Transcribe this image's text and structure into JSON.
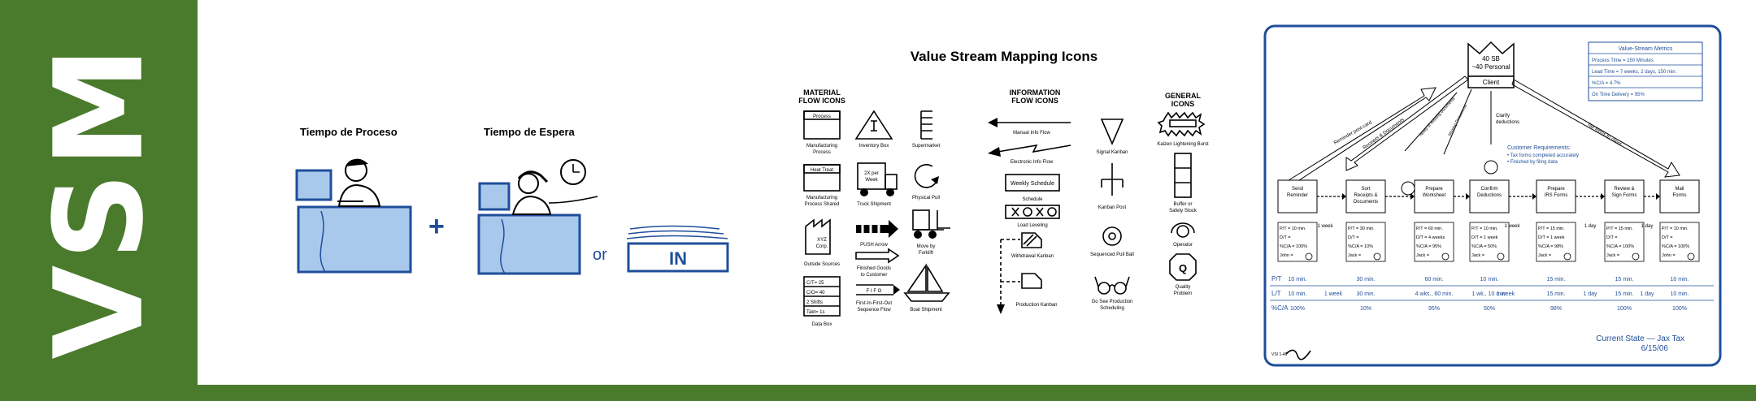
{
  "sidebar": {
    "title": "VSM"
  },
  "time_panel": {
    "process_time": "Tiempo de Proceso",
    "wait_time": "Tiempo de Espera",
    "plus": "+",
    "or": "or",
    "in_label": "IN"
  },
  "icons": {
    "title": "Value Stream Mapping Icons",
    "material": {
      "title1": "MATERIAL",
      "title2": "FLOW ICONS",
      "process_box": "Process",
      "mfg_process": "Manufacturing",
      "mfg_process2": "Process",
      "heat_treat": "Heat Treat",
      "mfg_shared": "Manufacturing",
      "mfg_shared2": "Process Shared",
      "xyz1": "XYZ",
      "xyz2": "Corp.",
      "outside_sources": "Outside Sources",
      "data_box_rows": [
        "C/T= 25",
        "C/O= 40",
        "2 Shifts",
        "Takt= 1s"
      ],
      "data_box": "Data Box",
      "inventory_box": "Inventory Box",
      "truck1": "2X per",
      "truck2": "Week",
      "truck_shipment": "Truck Shipment",
      "push_arrow": "PUSH Arrow",
      "finished1": "Finished Goods",
      "finished2": "to Customer",
      "fifo": "F I F O",
      "fifo1": "First-In-First-Out",
      "fifo2": "Sequence Flow",
      "supermarket": "Supermarket",
      "physical_pull": "Physical Pull",
      "move1": "Move by",
      "move2": "Forklift",
      "boat_shipment": "Boat Shipment"
    },
    "information": {
      "title1": "INFORMATION",
      "title2": "FLOW ICONS",
      "manual": "Manual Info Flow",
      "electronic": "Electronic Info Flow",
      "weekly": "Weekly Schedule",
      "schedule": "Schedule",
      "load_leveling": "Load Leveling",
      "withdrawal": "Withdrawal Kanban",
      "production": "Production Kanban",
      "signal": "Signal Kanban",
      "kanban_post": "Kanban Post",
      "sequenced": "Sequenced Pull Ball",
      "goSee1": "Go See Production",
      "goSee2": "Scheduling"
    },
    "general": {
      "title1": "GENERAL",
      "title2": "ICONS",
      "kaizen": "Kaizen Lightening Burst",
      "buffer1": "Buffer or",
      "buffer2": "Safety Stock",
      "operator": "Operator",
      "quality1": "Quality",
      "quality2": "Problem",
      "q": "Q"
    }
  },
  "map": {
    "client_box1": "40 SB",
    "client_box2": "~40 Personal",
    "client": "Client",
    "metrics": {
      "title": "Value-Stream Metrics",
      "rows": [
        "Process Time = 150 Minutes",
        "Lead Time = 7 weeks, 2 days, 150 min.",
        "%C/A = 4.7%",
        "On Time Delivery = 95%"
      ]
    },
    "requirements": {
      "title": "Customer Requirements:",
      "items": [
        "• Tax forms completed accurately",
        "• Finished by filing data"
      ]
    },
    "arrow_labels": [
      "Reminder post-card",
      "Receipts & Documents",
      "Notify of missing documents",
      "Missing Documents",
      "Clarify",
      "deductions",
      "Tax forms to client"
    ],
    "processes": [
      {
        "name1": "Send",
        "name2": "Reminder",
        "pt": "P/T = 10 min.",
        "dt": "D/T =",
        "ca": "%C/A = 100%",
        "op": "John ="
      },
      {
        "name1": "Sort",
        "name2": "Receipts &",
        "name3": "Documents",
        "pt": "P/T = 30 min.",
        "dt": "D/T =",
        "ca": "%C/A = 10%",
        "op": "Jack ="
      },
      {
        "name1": "Prepare",
        "name2": "Worksheet",
        "pt": "P/T = 60 min.",
        "dt": "D/T = 4 weeks",
        "ca": "%C/A = 95%",
        "op": "Jack ="
      },
      {
        "name1": "Confirm",
        "name2": "Deductions",
        "pt": "P/T = 10 min.",
        "dt": "D/T = 1 week",
        "ca": "%C/A = 50%",
        "op": "Jack ="
      },
      {
        "name1": "Prepare",
        "name2": "IRS Forms",
        "pt": "P/T = 15 min.",
        "dt": "D/T = 1 week",
        "ca": "%C/A = 98%",
        "op": "Jack ="
      },
      {
        "name1": "Review &",
        "name2": "Sign Forms",
        "pt": "P/T = 15 min.",
        "dt": "D/T =",
        "ca": "%C/A = 100%",
        "op": "Jack ="
      },
      {
        "name1": "Mail",
        "name2": "Forms",
        "pt": "P/T = 10 min.",
        "dt": "D/T =",
        "ca": "%C/A = 100%",
        "op": "John ="
      }
    ],
    "between": [
      "1 week",
      "1 week",
      "1 day",
      "1 day"
    ],
    "timeline": {
      "labels": [
        "P/T",
        "L/T",
        "%C/A"
      ],
      "pt": [
        "10 min.",
        "30 min.",
        "60 min.",
        "10 min.",
        "15 min.",
        "15 min.",
        "10 min."
      ],
      "lt": [
        "10 min.",
        "1 week",
        "30 min.",
        "4 wks., 60 min.",
        "1 wk., 10 min.",
        "1 week",
        "15 min.",
        "1 day",
        "15 min.",
        "1 day",
        "10 min."
      ],
      "ca": [
        "100%",
        "10%",
        "95%",
        "50%",
        "98%",
        "100%",
        "100%"
      ]
    },
    "footer1": "Current State — Jax Tax",
    "footer2": "6/15/06",
    "signature": "VSI 1-40"
  },
  "colors": {
    "green": "#4a7b2c",
    "blue": "#1f4e9a",
    "light_blue": "#a9c9ec"
  }
}
